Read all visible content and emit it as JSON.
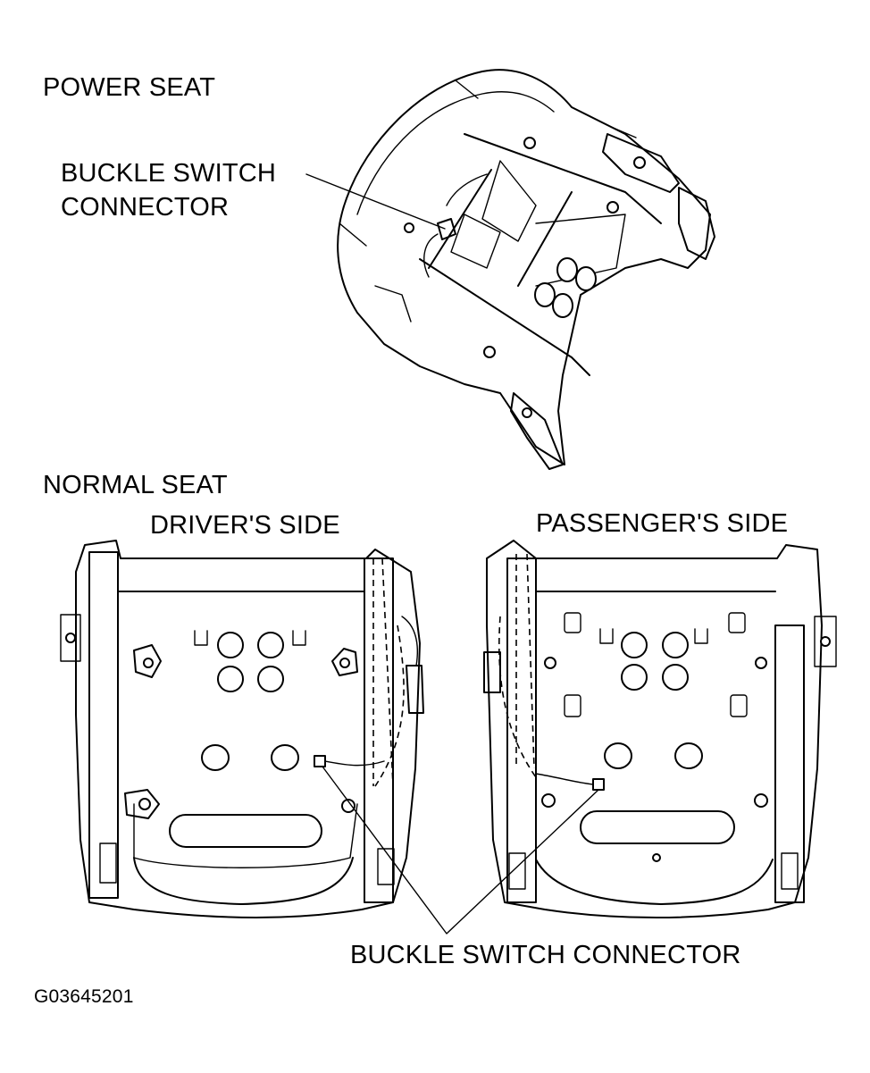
{
  "labels": {
    "power_seat": "POWER SEAT",
    "buckle_switch_connector_top": [
      "BUCKLE SWITCH",
      "CONNECTOR"
    ],
    "normal_seat": "NORMAL SEAT",
    "drivers_side": "DRIVER'S SIDE",
    "passengers_side": "PASSENGER'S SIDE",
    "buckle_switch_connector_bottom": "BUCKLE SWITCH CONNECTOR",
    "figure_id": "G03645201"
  },
  "colors": {
    "line": "#000000",
    "background": "#ffffff"
  }
}
